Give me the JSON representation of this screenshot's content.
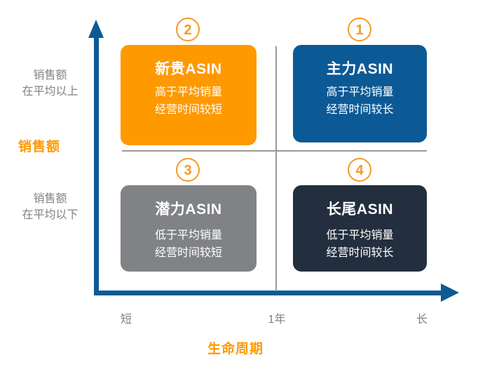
{
  "chart_data": {
    "type": "scatter",
    "title": "",
    "xlabel": "生命周期",
    "ylabel": "销售额",
    "grid": false,
    "legend_position": "none",
    "x_tick_labels": [
      "短",
      "1年",
      "长"
    ],
    "y_tick_labels": [
      "销售额\n在平均以上",
      "销售额\n在平均以下"
    ],
    "quadrants": [
      {
        "number": "1",
        "position": "top-right",
        "title": "主力ASIN",
        "desc_line1": "高于平均销量",
        "desc_line2": "经营时间较长",
        "color": "#0C5A95"
      },
      {
        "number": "2",
        "position": "top-left",
        "title": "新贵ASIN",
        "desc_line1": "高于平均销量",
        "desc_line2": "经营时间较短",
        "color": "#FF9900"
      },
      {
        "number": "3",
        "position": "bottom-left",
        "title": "潜力ASIN",
        "desc_line1": "低于平均销量",
        "desc_line2": "经营时间较短",
        "color": "#808285"
      },
      {
        "number": "4",
        "position": "bottom-right",
        "title": "长尾ASIN",
        "desc_line1": "低于平均销量",
        "desc_line2": "经营时间较长",
        "color": "#232F3E"
      }
    ]
  },
  "axes": {
    "y": {
      "title": "销售额",
      "title_color": "#FF9900",
      "line_color": "#0C5A95",
      "upper_label_line1": "销售额",
      "upper_label_line2": "在平均以上",
      "lower_label_line1": "销售额",
      "lower_label_line2": "在平均以下"
    },
    "x": {
      "title": "生命周期",
      "title_color": "#FF9900",
      "line_color": "#0C5A95",
      "tick_short": "短",
      "tick_mid": "1年",
      "tick_long": "长"
    }
  },
  "badges": {
    "one": "1",
    "two": "2",
    "three": "3",
    "four": "4",
    "color": "#F59A23"
  },
  "cards": {
    "zhuli": {
      "title": "主力ASIN",
      "line1": "高于平均销量",
      "line2": "经营时间较长"
    },
    "xingui": {
      "title": "新贵ASIN",
      "line1": "高于平均销量",
      "line2": "经营时间较短"
    },
    "qianli": {
      "title": "潜力ASIN",
      "line1": "低于平均销量",
      "line2": "经营时间较短"
    },
    "changwei": {
      "title": "长尾ASIN",
      "line1": "低于平均销量",
      "line2": "经营时间较长"
    }
  }
}
